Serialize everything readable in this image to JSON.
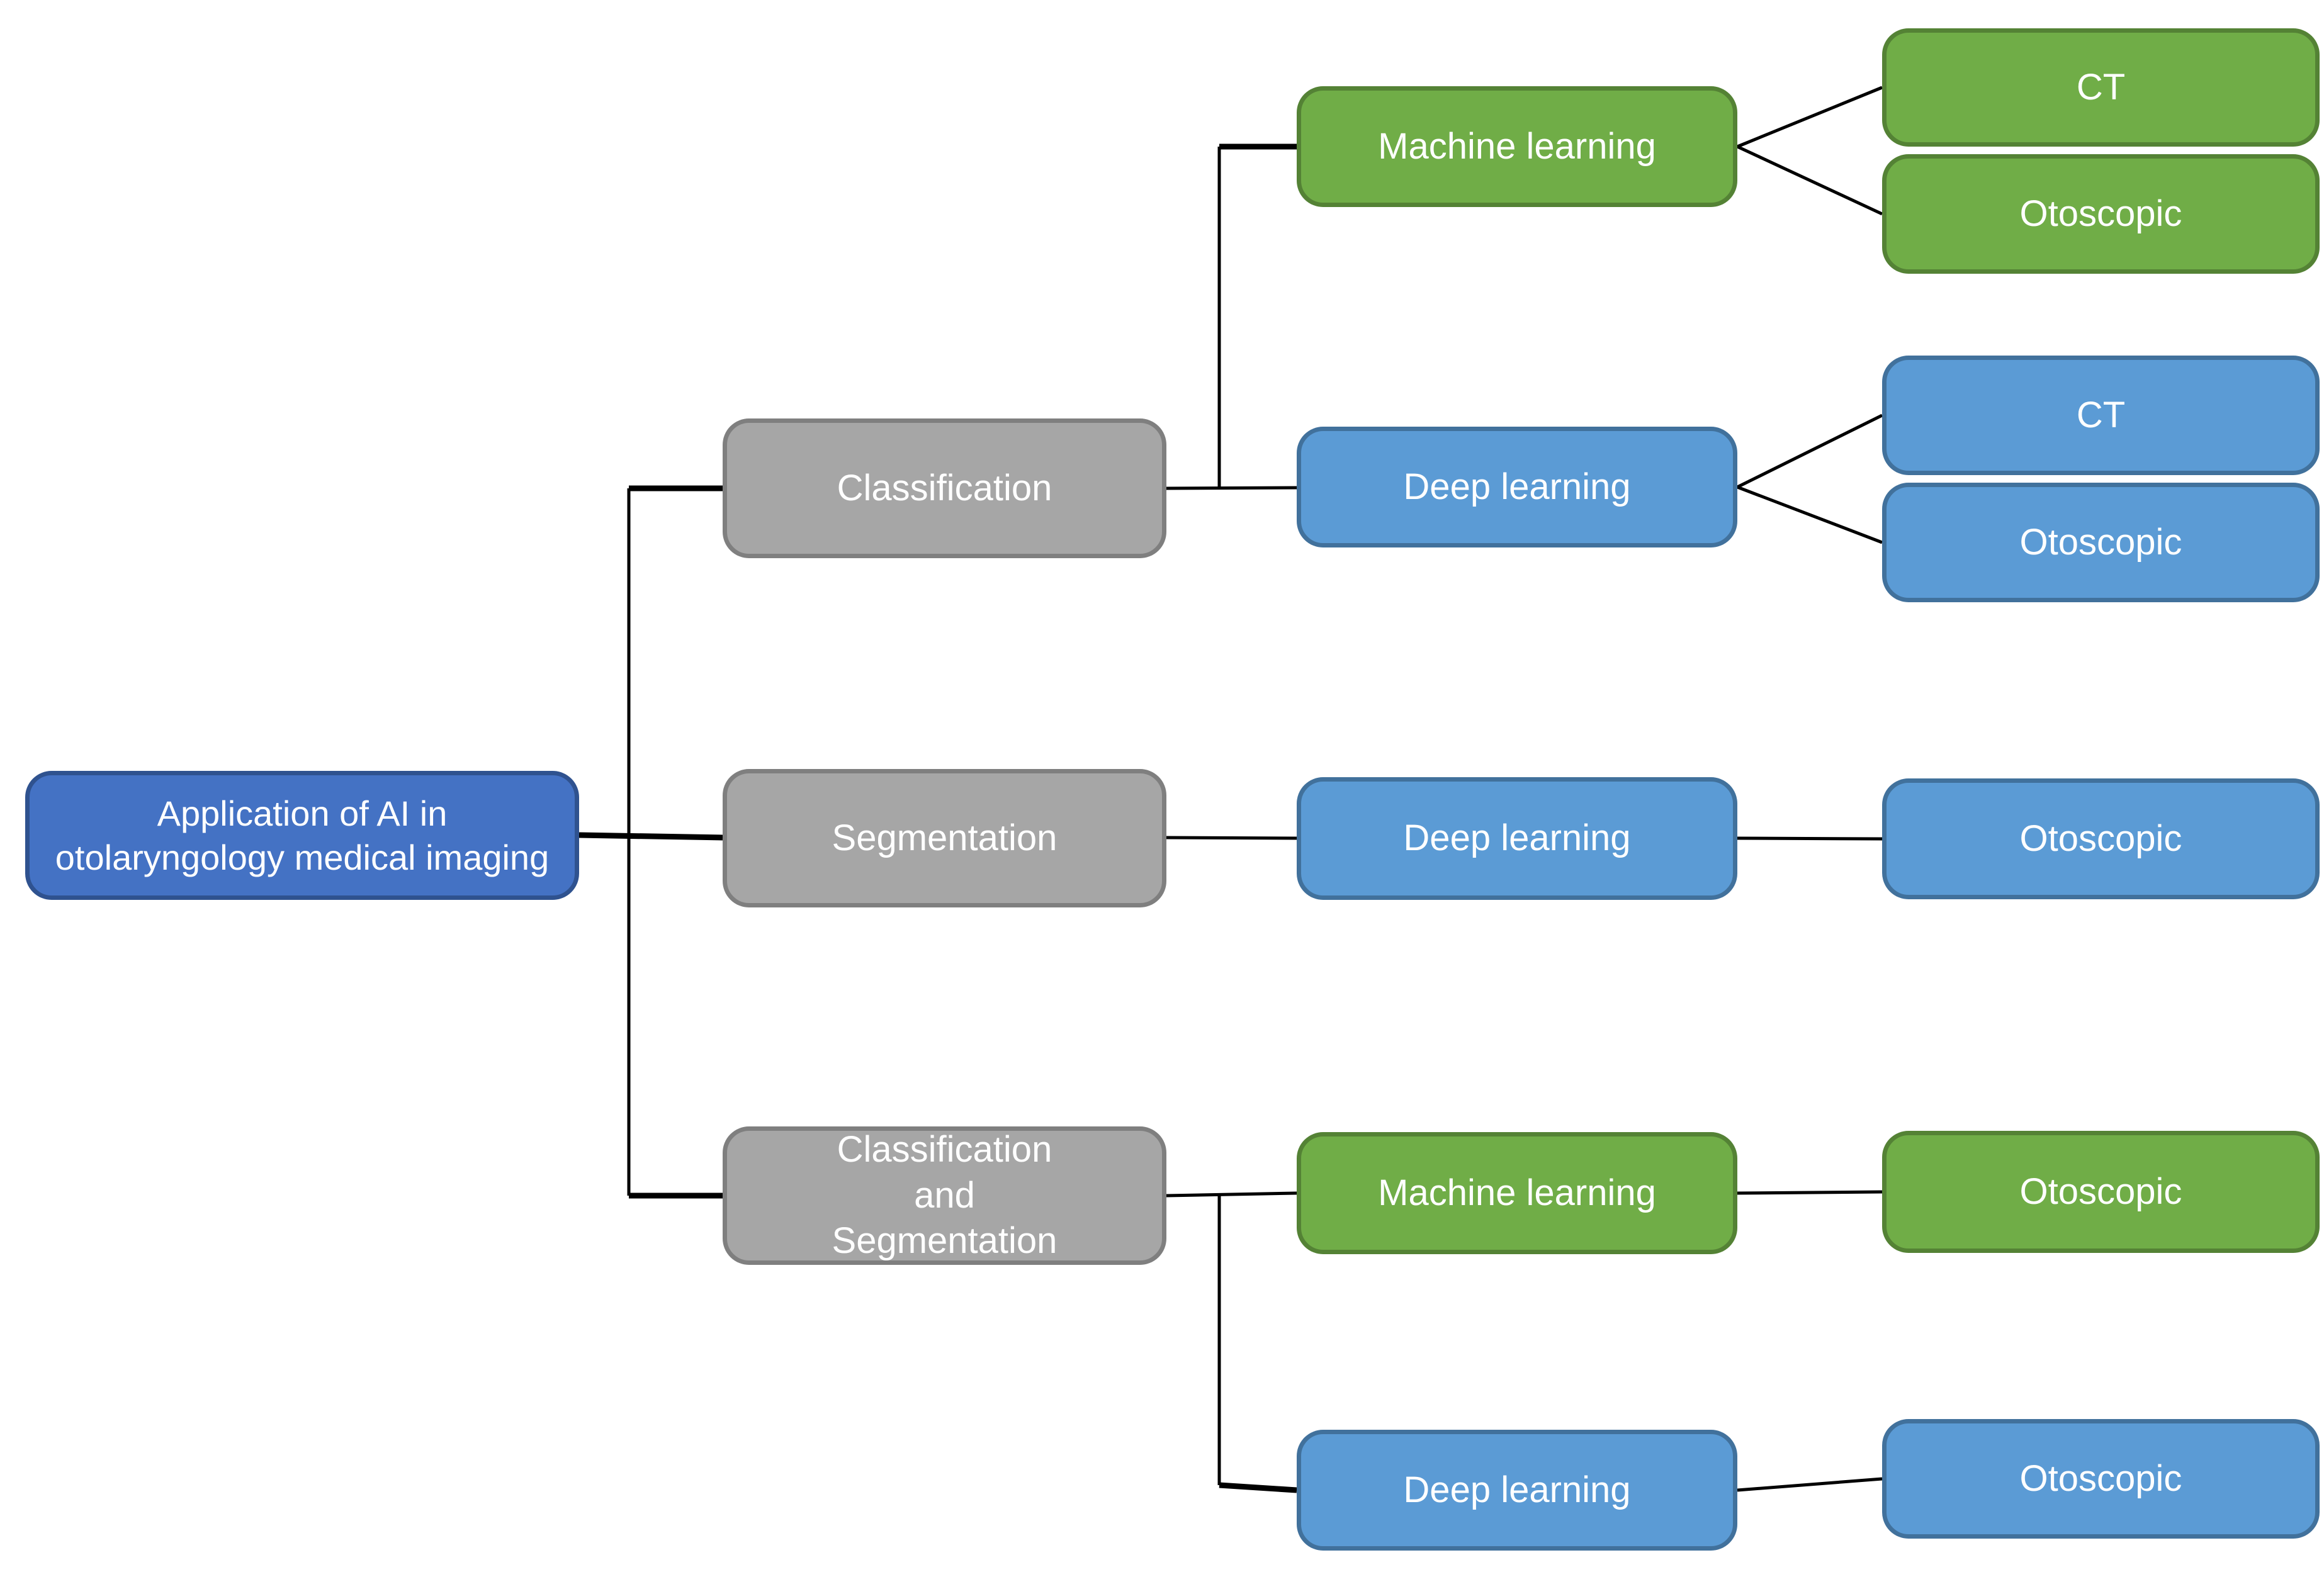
{
  "colors": {
    "root_fill": "#4472C4",
    "root_border": "#2F528F",
    "category_fill": "#A6A6A6",
    "category_border": "#7F7F7F",
    "ml_fill": "#70AD47",
    "ml_border": "#548235",
    "dl_fill": "#5B9BD5",
    "dl_border": "#41719C",
    "connector": "#000000",
    "background": "#FFFFFF"
  },
  "nodes": {
    "root": {
      "label": "Application of AI in\notolaryngology medical imaging"
    },
    "classification": {
      "label": "Classification"
    },
    "segmentation": {
      "label": "Segmentation"
    },
    "classification_and_segmentation": {
      "label": "Classification\nand\nSegmentation"
    },
    "machine_learning_classification": {
      "label": "Machine learning"
    },
    "deep_learning_classification": {
      "label": "Deep learning"
    },
    "deep_learning_segmentation": {
      "label": "Deep learning"
    },
    "machine_learning_class_seg": {
      "label": "Machine learning"
    },
    "deep_learning_class_seg": {
      "label": "Deep learning"
    },
    "ct_machine_learning": {
      "label": "CT"
    },
    "otoscopic_machine_learning": {
      "label": "Otoscopic"
    },
    "ct_deep_learning": {
      "label": "CT"
    },
    "otoscopic_deep_learning": {
      "label": "Otoscopic"
    },
    "otoscopic_deep_learning_segmentation": {
      "label": "Otoscopic"
    },
    "otoscopic_machine_learning_class_seg": {
      "label": "Otoscopic"
    },
    "otoscopic_deep_learning_class_seg": {
      "label": "Otoscopic"
    }
  }
}
